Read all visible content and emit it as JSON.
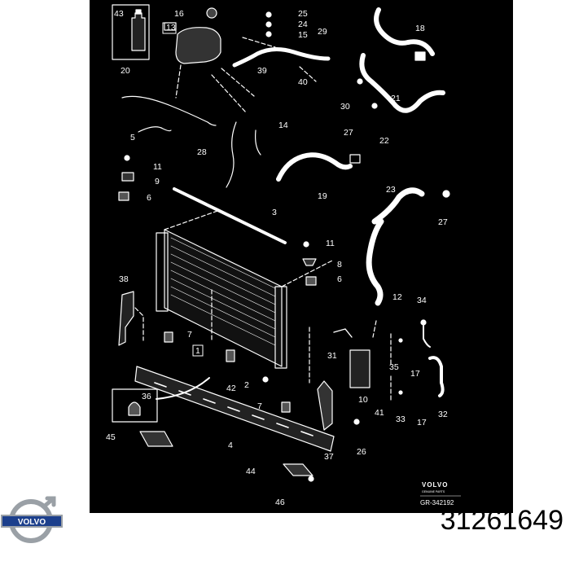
{
  "diagram": {
    "labels": [
      "43",
      "16",
      "25",
      "24",
      "15",
      "29",
      "18",
      "13",
      "39",
      "40",
      "20",
      "21",
      "30",
      "22",
      "5",
      "14",
      "28",
      "27",
      "11",
      "9",
      "6",
      "19",
      "23",
      "27",
      "3",
      "11",
      "8",
      "6",
      "38",
      "12",
      "34",
      "7",
      "1",
      "31",
      "35",
      "17",
      "2",
      "42",
      "10",
      "36",
      "41",
      "33",
      "17",
      "32",
      "7",
      "45",
      "4",
      "37",
      "26",
      "44",
      "46"
    ],
    "brand_mark": "VOLVO",
    "brand_subtitle": "GENUINE PARTS",
    "drawing_reference": "GR-342192"
  },
  "footer": {
    "logo_text": "VOLVO",
    "part_number": "31261649"
  },
  "colors": {
    "background": "#000000",
    "line": "#ffffff",
    "logo_blue": "#1c3f8c",
    "logo_silver": "#9aa0a6"
  }
}
